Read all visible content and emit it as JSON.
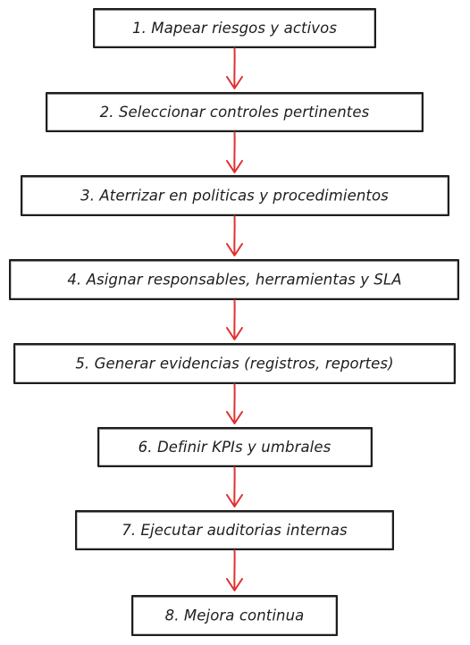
{
  "flow": {
    "steps": [
      {
        "label": "1. Mapear riesgos y activos"
      },
      {
        "label": "2. Seleccionar controles pertinentes"
      },
      {
        "label": "3. Aterrizar en politicas y procedimientos"
      },
      {
        "label": "4. Asignar responsables, herramientas y SLA"
      },
      {
        "label": "5. Generar evidencias (registros, reportes)"
      },
      {
        "label": "6. Definir KPIs y umbrales"
      },
      {
        "label": "7. Ejecutar auditorias internas"
      },
      {
        "label": "8. Mejora continua"
      }
    ],
    "colors": {
      "box_stroke": "#1e1e1e",
      "text": "#1e1e1e",
      "arrow": "#e03131",
      "background": "#ffffff"
    }
  }
}
